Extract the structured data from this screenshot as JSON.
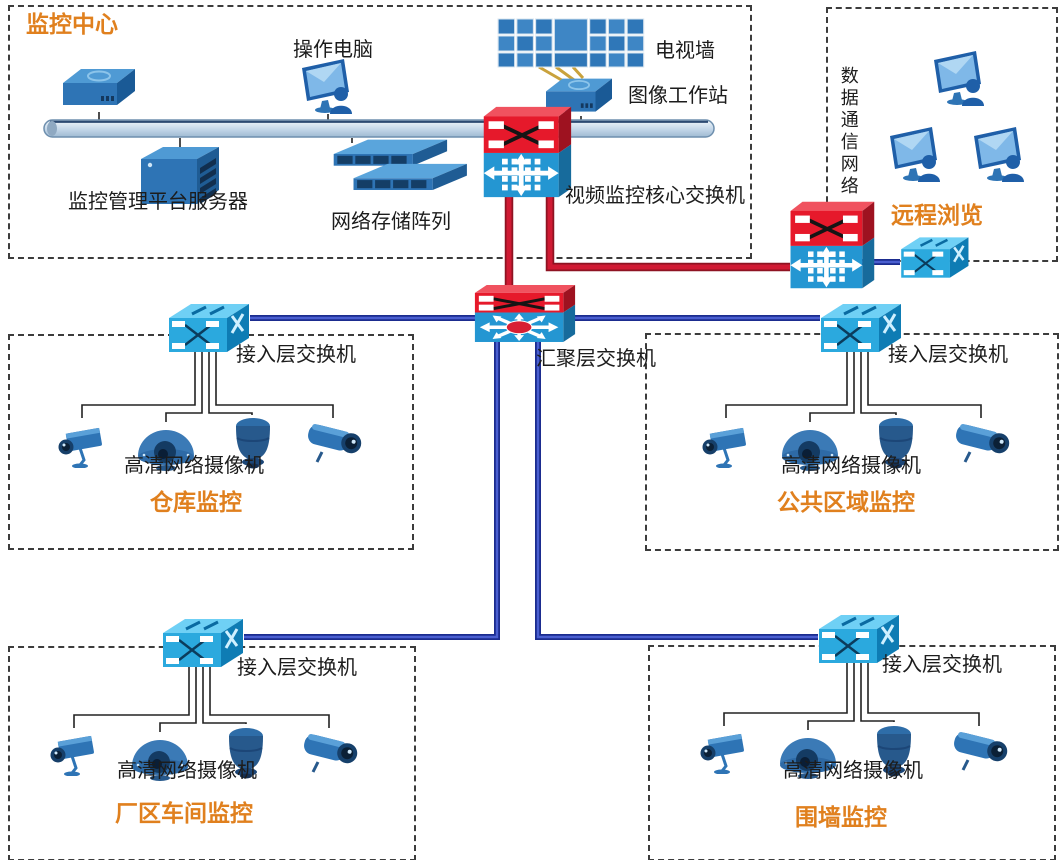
{
  "monitoring_center": {
    "title": "监控中心",
    "operator_pc_label": "操作电脑",
    "tv_wall_label": "电视墙",
    "image_workstation_label": "图像工作站",
    "core_switch_label": "视频监控核心交换机",
    "server_label": "监控管理平台服务器",
    "storage_label": "网络存储阵列",
    "devices": [
      "hub",
      "operator-computer",
      "tv-wall",
      "image-workstation",
      "core-switch",
      "platform-server",
      "storage-array"
    ]
  },
  "remote": {
    "network_label": "数据通信网络",
    "title": "远程浏览",
    "devices": [
      "core-switch",
      "access-switch",
      "workstation",
      "workstation",
      "workstation"
    ]
  },
  "aggregation_switch_label": "汇聚层交换机",
  "camera_groups": [
    {
      "title": "仓库监控",
      "access_switch_label": "接入层交换机",
      "camera_label": "高清网络摄像机",
      "cameras": [
        "box-camera",
        "dome-camera",
        "ptz-camera",
        "bullet-camera"
      ]
    },
    {
      "title": "公共区域监控",
      "access_switch_label": "接入层交换机",
      "camera_label": "高清网络摄像机",
      "cameras": [
        "box-camera",
        "dome-camera",
        "ptz-camera",
        "bullet-camera"
      ]
    },
    {
      "title": "厂区车间监控",
      "access_switch_label": "接入层交换机",
      "camera_label": "高清网络摄像机",
      "cameras": [
        "box-camera",
        "dome-camera",
        "ptz-camera",
        "bullet-camera"
      ]
    },
    {
      "title": "围墙监控",
      "access_switch_label": "接入层交换机",
      "camera_label": "高清网络摄像机",
      "cameras": [
        "box-camera",
        "dome-camera",
        "ptz-camera",
        "bullet-camera"
      ]
    }
  ],
  "icons": {
    "core_switch": "multilayer-switch-icon",
    "aggregation_switch": "aggregation-switch-icon",
    "access_switch": "workgroup-switch-icon",
    "hub": "hub-icon",
    "server": "server-icon",
    "storage": "storage-array-icon",
    "workstation": "workstation-icon",
    "tv_wall": "tv-wall-icon",
    "cameras": [
      "box-camera-icon",
      "dome-camera-icon",
      "ptz-camera-icon",
      "bullet-camera-icon"
    ]
  },
  "colors": {
    "accent_orange": "#e0801e",
    "switch_red": "#e6192b",
    "switch_blue": "#2496d2",
    "access_blue": "#2ba9de",
    "cable_red": "#d01a33",
    "cable_blue": "#2b3faf",
    "bus_fill": "#bdd2e4"
  }
}
